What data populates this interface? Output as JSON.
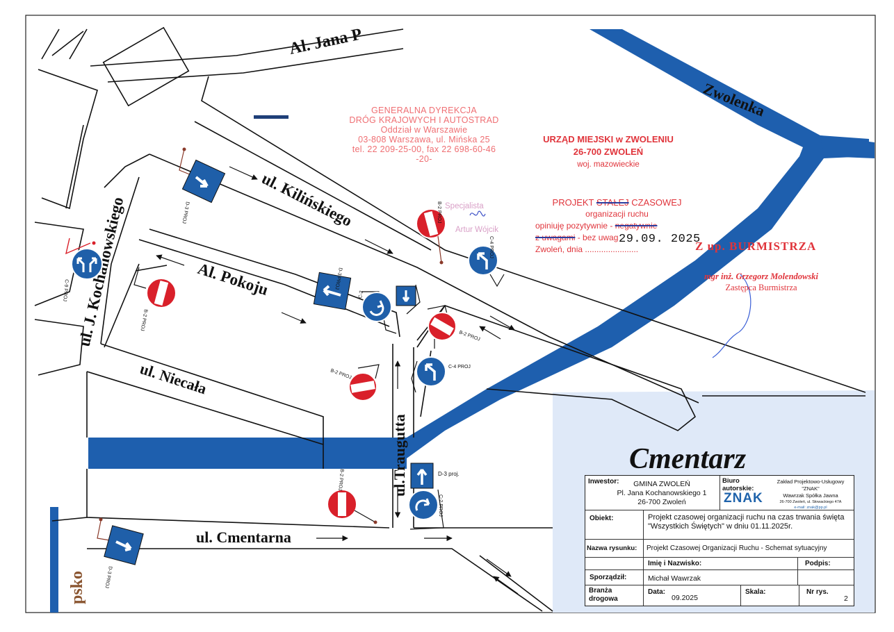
{
  "streets": {
    "al_jana_pawla": "Al. Jana P",
    "kilinskiego": "ul. Kilińskiego",
    "kochanowskiego": "ul. J. Kochanowskiego",
    "pokoju": "Al. Pokoju",
    "niecala": "ul. Niecała",
    "traugutta": "ul.Traugutta",
    "cmentarna": "ul. Cmentarna",
    "zwolenka": "Zwolenka",
    "psko": "psko"
  },
  "area_label": "Cmentarz",
  "signs": [
    {
      "code": "D-3 PROJ",
      "icon": "one-way-arrow-icon"
    },
    {
      "code": "C-9 PROJ",
      "icon": "mandatory-pass-either-side-icon"
    },
    {
      "code": "B-2 PROJ",
      "icon": "no-entry-icon"
    },
    {
      "code": "D-3 PROJ",
      "icon": "one-way-arrow-icon"
    },
    {
      "code": "C-2",
      "icon": "mandatory-turn-icon"
    },
    {
      "code": "B-2 PROJ",
      "icon": "no-entry-icon"
    },
    {
      "code": "C-4 PROJ",
      "icon": "mandatory-left-icon"
    },
    {
      "code": "B-2 PROJ",
      "icon": "no-entry-icon"
    },
    {
      "code": "C-4 PROJ",
      "icon": "mandatory-left-icon"
    },
    {
      "code": "B-2 PROJ",
      "icon": "no-entry-icon"
    },
    {
      "code": "D-3 proj.",
      "icon": "one-way-arrow-icon"
    },
    {
      "code": "C-2 PROJ",
      "icon": "mandatory-turn-icon"
    },
    {
      "code": "B-2 PROJ",
      "icon": "no-entry-icon"
    },
    {
      "code": "D-3 PROJ",
      "icon": "one-way-arrow-icon"
    }
  ],
  "stamps": {
    "gddkia": {
      "line1": "GENERALNA DYREKCJA",
      "line2": "DRÓG KRAJOWYCH I AUTOSTRAD",
      "line3": "Oddział w Warszawie",
      "line4": "03-808 Warszawa, ul. Mińska 25",
      "line5": "tel. 22 209-25-00, fax 22 698-60-46",
      "line6": "-20-"
    },
    "urzad": {
      "line1": "URZĄD MIEJSKI w ZWOLENIU",
      "line2": "26-700 ZWOLEŃ",
      "line3": "woj. mazowieckie"
    },
    "projekt": {
      "title_prefix": "PROJEKT ",
      "title_struck": "STAŁEJ",
      "title_suffix": " CZASOWEJ",
      "line2": "organizacji ruchu",
      "line3_a": "opiniuję pozytywnie - ",
      "line3_struck": "negatywnie",
      "line4_struck": "z uwagami",
      "line4_b": " - bez uwag",
      "line5": "Zwoleń, dnia .......................",
      "date": "29.09. 2025"
    },
    "burmistrz": "Z up. BURMISTRZA",
    "signer_name": "mgr inż. Grzegorz Molendowski",
    "signer_role": "Zastępca Burmistrza",
    "specialist_1": "Specjalista",
    "specialist_2": "Artur Wójcik"
  },
  "title_block": {
    "inwestor_label": "Inwestor:",
    "inwestor_name": "GMINA ZWOLEŃ",
    "inwestor_addr1": "Pl. Jana Kochanowskiego 1",
    "inwestor_addr2": "26-700 Zwoleń",
    "biuro_label": "Biuro autorskie:",
    "logo_text": "ZNAK",
    "biuro_name1": "Zakład Projektowo-Usługowy \"ZNAK\"",
    "biuro_name2": "Wawrzak Spółka Jawna",
    "biuro_addr": "26-700 Zwoleń, ul. Słowackiego 47A",
    "biuro_email": "e-mail: znak@pp.pl",
    "obiekt_label": "Obiekt:",
    "obiekt_value": "Projekt czasowej organizacji ruchu  na czas trwania święta \"Wszystkich Świętych\"  w dniu 01.11.2025r.",
    "rysunek_label": "Nazwa rysunku:",
    "rysunek_value": "Projekt Czasowej Organizacji Ruchu - Schemat sytuacyjny",
    "imie_label": "Imię i Nazwisko:",
    "podpis_label": "Podpis:",
    "sporzadzil_label": "Sporządził:",
    "sporzadzil_value": "Michał Wawrzak",
    "branza_label": "Branża drogowa",
    "data_label": "Data:",
    "data_value": "09.2025",
    "skala_label": "Skala:",
    "nr_label": "Nr rys.",
    "nr_value": "2"
  },
  "colors": {
    "river": "#1e5fae",
    "sign_blue": "#1f5fa9",
    "sign_red": "#d9202a",
    "stamp_red": "#e0343b",
    "cemetery": "#dfe9f8"
  }
}
